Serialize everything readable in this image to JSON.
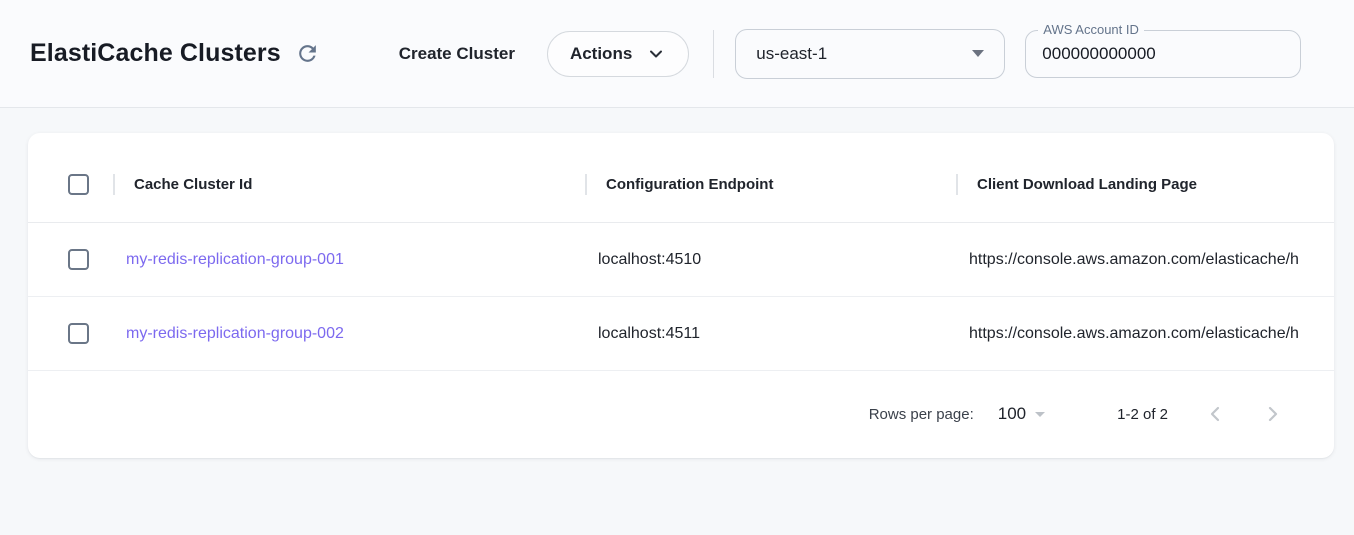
{
  "page": {
    "title": "ElastiCache Clusters"
  },
  "toolbar": {
    "create_label": "Create Cluster",
    "actions_label": "Actions",
    "region_value": "us-east-1",
    "account_label": "AWS Account ID",
    "account_value": "000000000000"
  },
  "table": {
    "columns": {
      "cluster_id": "Cache Cluster Id",
      "endpoint": "Configuration Endpoint",
      "landing": "Client Download Landing Page"
    },
    "rows": [
      {
        "cluster_id": "my-redis-replication-group-001",
        "endpoint": "localhost:4510",
        "landing": "https://console.aws.amazon.com/elasticache/h"
      },
      {
        "cluster_id": "my-redis-replication-group-002",
        "endpoint": "localhost:4511",
        "landing": "https://console.aws.amazon.com/elasticache/h"
      }
    ],
    "pagination": {
      "rows_per_page_label": "Rows per page:",
      "rows_per_page_value": "100",
      "range_label": "1-2 of 2"
    }
  },
  "colors": {
    "link_purple": "#7c69ef",
    "icon_slate": "#64748b",
    "disabled_gray": "#c2c6cb"
  }
}
